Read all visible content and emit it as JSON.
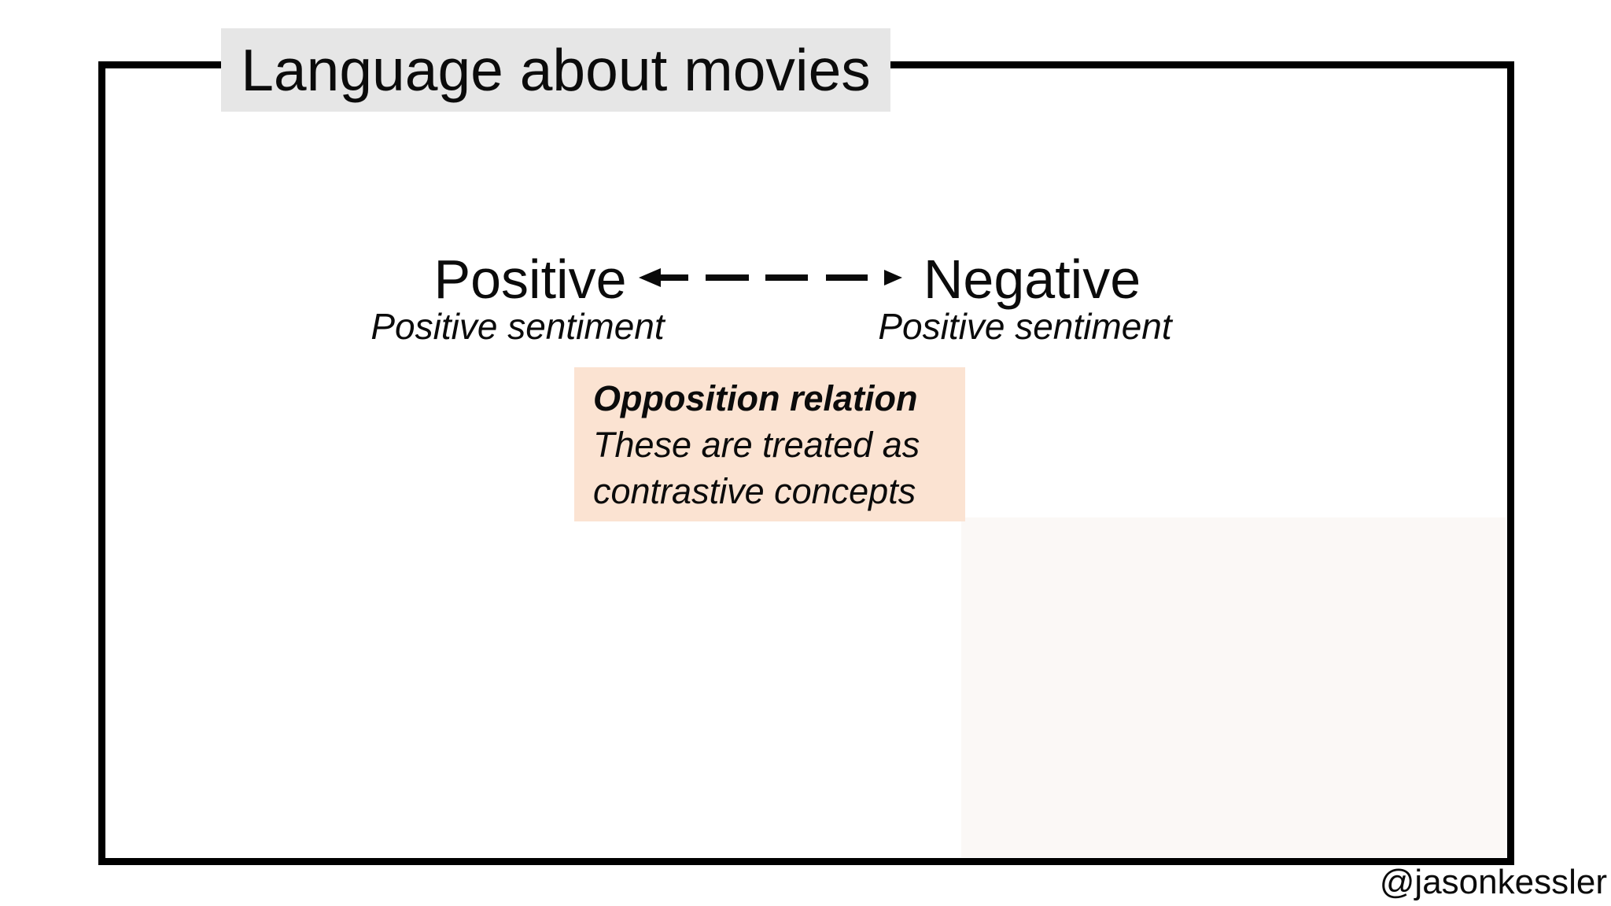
{
  "slide": {
    "title": "Language about movies",
    "left_concept": {
      "label": "Positive",
      "sublabel": "Positive sentiment"
    },
    "right_concept": {
      "label": "Negative",
      "sublabel": "Positive sentiment"
    },
    "relation_note": {
      "heading": "Opposition relation",
      "line1": "These are treated as",
      "line2": "contrastive concepts"
    },
    "attribution": "@jasonkessler",
    "icons": {
      "opposition_arrow": "dashed-double-headed-arrow"
    },
    "colors": {
      "title_bg": "#e6e6e6",
      "note_bg": "#fbe3d2",
      "frame_border": "#000000",
      "text": "#0b0b0b"
    }
  }
}
